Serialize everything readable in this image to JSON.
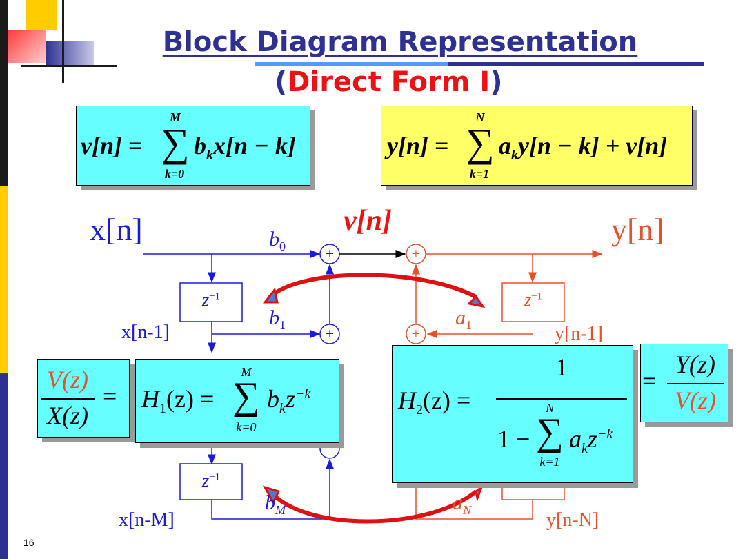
{
  "title": "Block Diagram Representation",
  "subtitle": {
    "open": "(",
    "main": "Direct Form I",
    "close": ")"
  },
  "page_number": "16",
  "equations": {
    "v_def": {
      "lhs": "v[n]",
      "eq": "=",
      "sum_upper": "M",
      "sum_lower": "k=0",
      "term": "b",
      "sub": "k",
      "rest": "x[n − k]"
    },
    "y_def": {
      "lhs": "y[n]",
      "eq": "=",
      "sum_upper": "N",
      "sum_lower": "k=1",
      "term": "a",
      "sub": "k",
      "rest": "y[n − k] + v[n]"
    },
    "ratio_left": {
      "num": "V(z)",
      "den": "X(z)",
      "eq": "="
    },
    "h1": {
      "lhs": "H",
      "sub": "1",
      "arg": "(z)",
      "eq": "=",
      "sum_upper": "M",
      "sum_lower": "k=0",
      "term": "b",
      "term_sub": "k",
      "z": "z",
      "exp": "−k"
    },
    "h2": {
      "lhs": "H",
      "sub": "2",
      "arg": "(z)",
      "eq": "=",
      "num": "1",
      "den_pre": "1 −",
      "sum_upper": "N",
      "sum_lower": "k=1",
      "term": "a",
      "term_sub": "k",
      "z": "z",
      "exp": "−k"
    },
    "ratio_right": {
      "eq": "=",
      "num": "Y(z)",
      "den": "V(z)"
    }
  },
  "diagram": {
    "input_label": "x[n]",
    "mid_label": "v[n]",
    "output_label": "y[n]",
    "coef_b0": "b",
    "coef_b0_sub": "0",
    "coef_b1": "b",
    "coef_b1_sub": "1",
    "coef_bM": "b",
    "coef_bM_sub": "M",
    "coef_a1": "a",
    "coef_a1_sub": "1",
    "coef_aN": "a",
    "coef_aN_sub": "N",
    "delay": "z",
    "delay_exp": "−1",
    "x_n1": "x[n-1]",
    "x_nM": "x[n-M]",
    "y_n1": "y[n-1]",
    "y_nN": "y[n-N]",
    "adder": "+"
  },
  "colors": {
    "feedforward": "#1a1adc",
    "feedback": "#e8502a",
    "title": "#2e3192",
    "accent_red": "#ee1111"
  }
}
